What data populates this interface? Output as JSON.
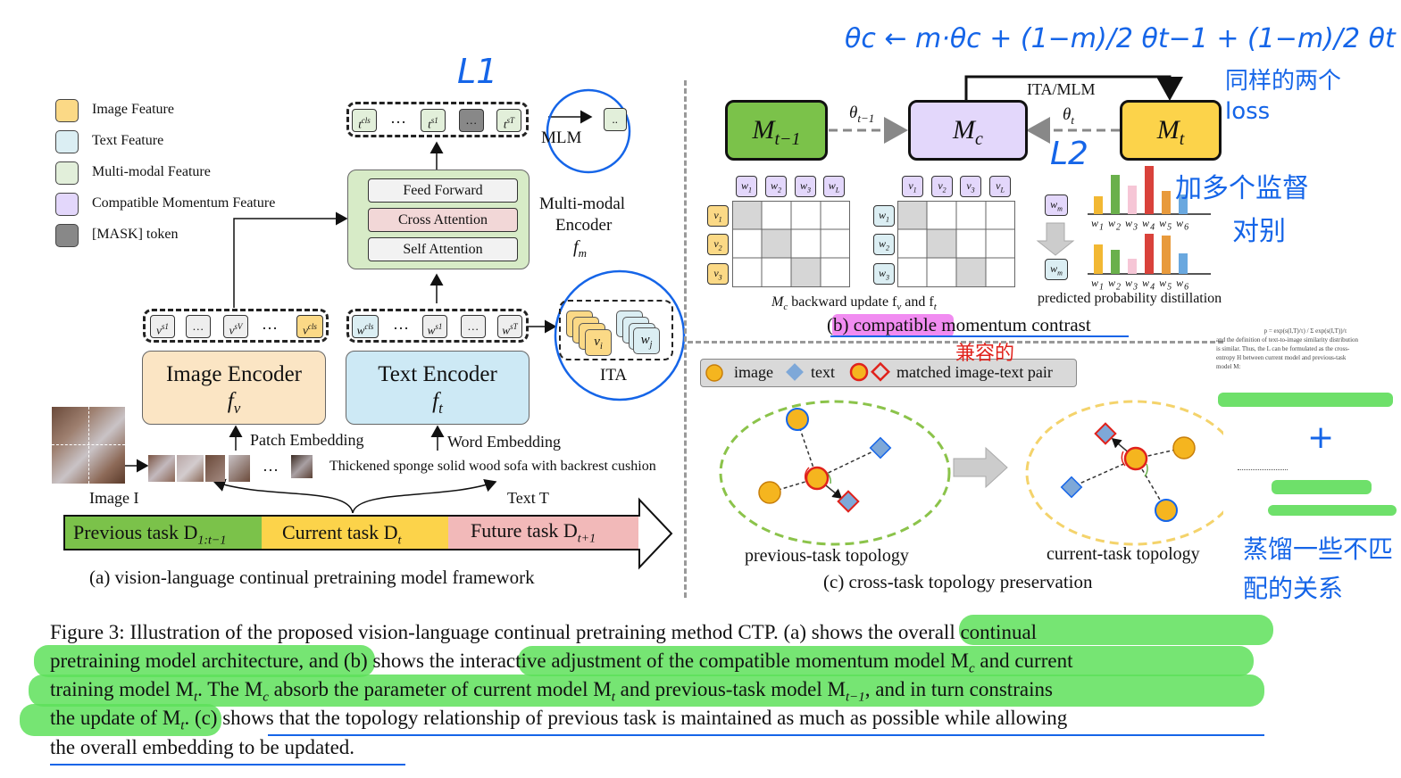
{
  "legend": [
    {
      "label": "Image Feature",
      "color": "#fbd986"
    },
    {
      "label": "Text Feature",
      "color": "#dbeef3"
    },
    {
      "label": "Multi-modal Feature",
      "color": "#e2efda"
    },
    {
      "label": "Compatible Momentum Feature",
      "color": "#e3d7fb"
    },
    {
      "label": "[MASK] token",
      "color": "#888888"
    }
  ],
  "panel_a": {
    "image_encoder": {
      "title": "Image Encoder",
      "symbol": "f",
      "sub": "v"
    },
    "text_encoder": {
      "title": "Text Encoder",
      "symbol": "f",
      "sub": "t"
    },
    "mm_encoder_label": [
      "Multi-modal",
      "Encoder"
    ],
    "mm_symbol": "f",
    "mm_sub": "m",
    "layers": [
      "Feed Forward",
      "Cross Attention",
      "Self Attention"
    ],
    "mlm": "MLM",
    "ita": "ITA",
    "patch_embedding": "Patch Embedding",
    "word_embedding": "Word Embedding",
    "caption_text": "Thickened sponge solid wood sofa with backrest cushion",
    "image_label": "Image I",
    "text_label": "Text T",
    "ellipsis": "…",
    "tasks": {
      "previous": "Previous task D",
      "previous_sub": "1:t−1",
      "current": "Current task D",
      "current_sub": "t",
      "future": "Future task D",
      "future_sub": "t+1"
    },
    "caption": "(a) vision-language continual pretraining model framework"
  },
  "panel_b": {
    "models": {
      "prev": "M",
      "prev_sub": "t−1",
      "cur": "M",
      "cur_sub": "c",
      "t": "M",
      "t_sub": "t"
    },
    "theta_left": "θ",
    "theta_left_sub": "t−1",
    "theta_right": "θ",
    "theta_right_sub": "t",
    "ita_mlm": "ITA/MLM",
    "matrix_caption": "M",
    "matrix_caption_rest": " backward update f",
    "matrix_caption_v": "v",
    "matrix_caption_and": " and f",
    "matrix_caption_t": "t",
    "distill_caption": "predicted probability distillation",
    "w_labels": [
      "w1",
      "w2",
      "w3",
      "w4",
      "w5",
      "w6"
    ],
    "caption": "(b) compatible momentum contrast"
  },
  "panel_c": {
    "legend_image": "image",
    "legend_text": "text",
    "legend_pair": "matched image-text pair",
    "prev_topology": "previous-task topology",
    "cur_topology": "current-task topology",
    "caption": "(c) cross-task topology preservation"
  },
  "annotations": {
    "formula": "θc ← m·θc + (1−m)/2 θt−1 + (1−m)/2 θt",
    "L1": "L1",
    "L2": "L2",
    "note_same_two_loss": "同样的两个loss",
    "note_supervision": "加多个监督",
    "note_explain": "对别",
    "note_compatible": "兼容的",
    "note_plus": "+",
    "note_bottom": "蒸馏一些不匹配的关系"
  },
  "figure_caption": {
    "line1": "Figure 3:  Illustration of the proposed vision-language continual pretraining method CTP. (a) shows the overall continual",
    "line2": "pretraining model architecture, and (b) shows the interactive adjustment of the compatible momentum model M",
    "line2_sub": "c",
    "line2_end": " and current",
    "line3_a": "training model M",
    "line3_sub1": "t",
    "line3_b": ". The M",
    "line3_sub2": "c",
    "line3_c": " absorb the parameter of current model M",
    "line3_sub3": "t",
    "line3_d": " and previous-task model M",
    "line3_sub4": "t−1",
    "line3_e": ", and in turn constrains",
    "line4_a": "the update of M",
    "line4_sub": "t",
    "line4_b": ". (c) shows that the topology relationship of previous task is maintained as much as possible while allowing",
    "line5": "the overall embedding to be updated."
  }
}
